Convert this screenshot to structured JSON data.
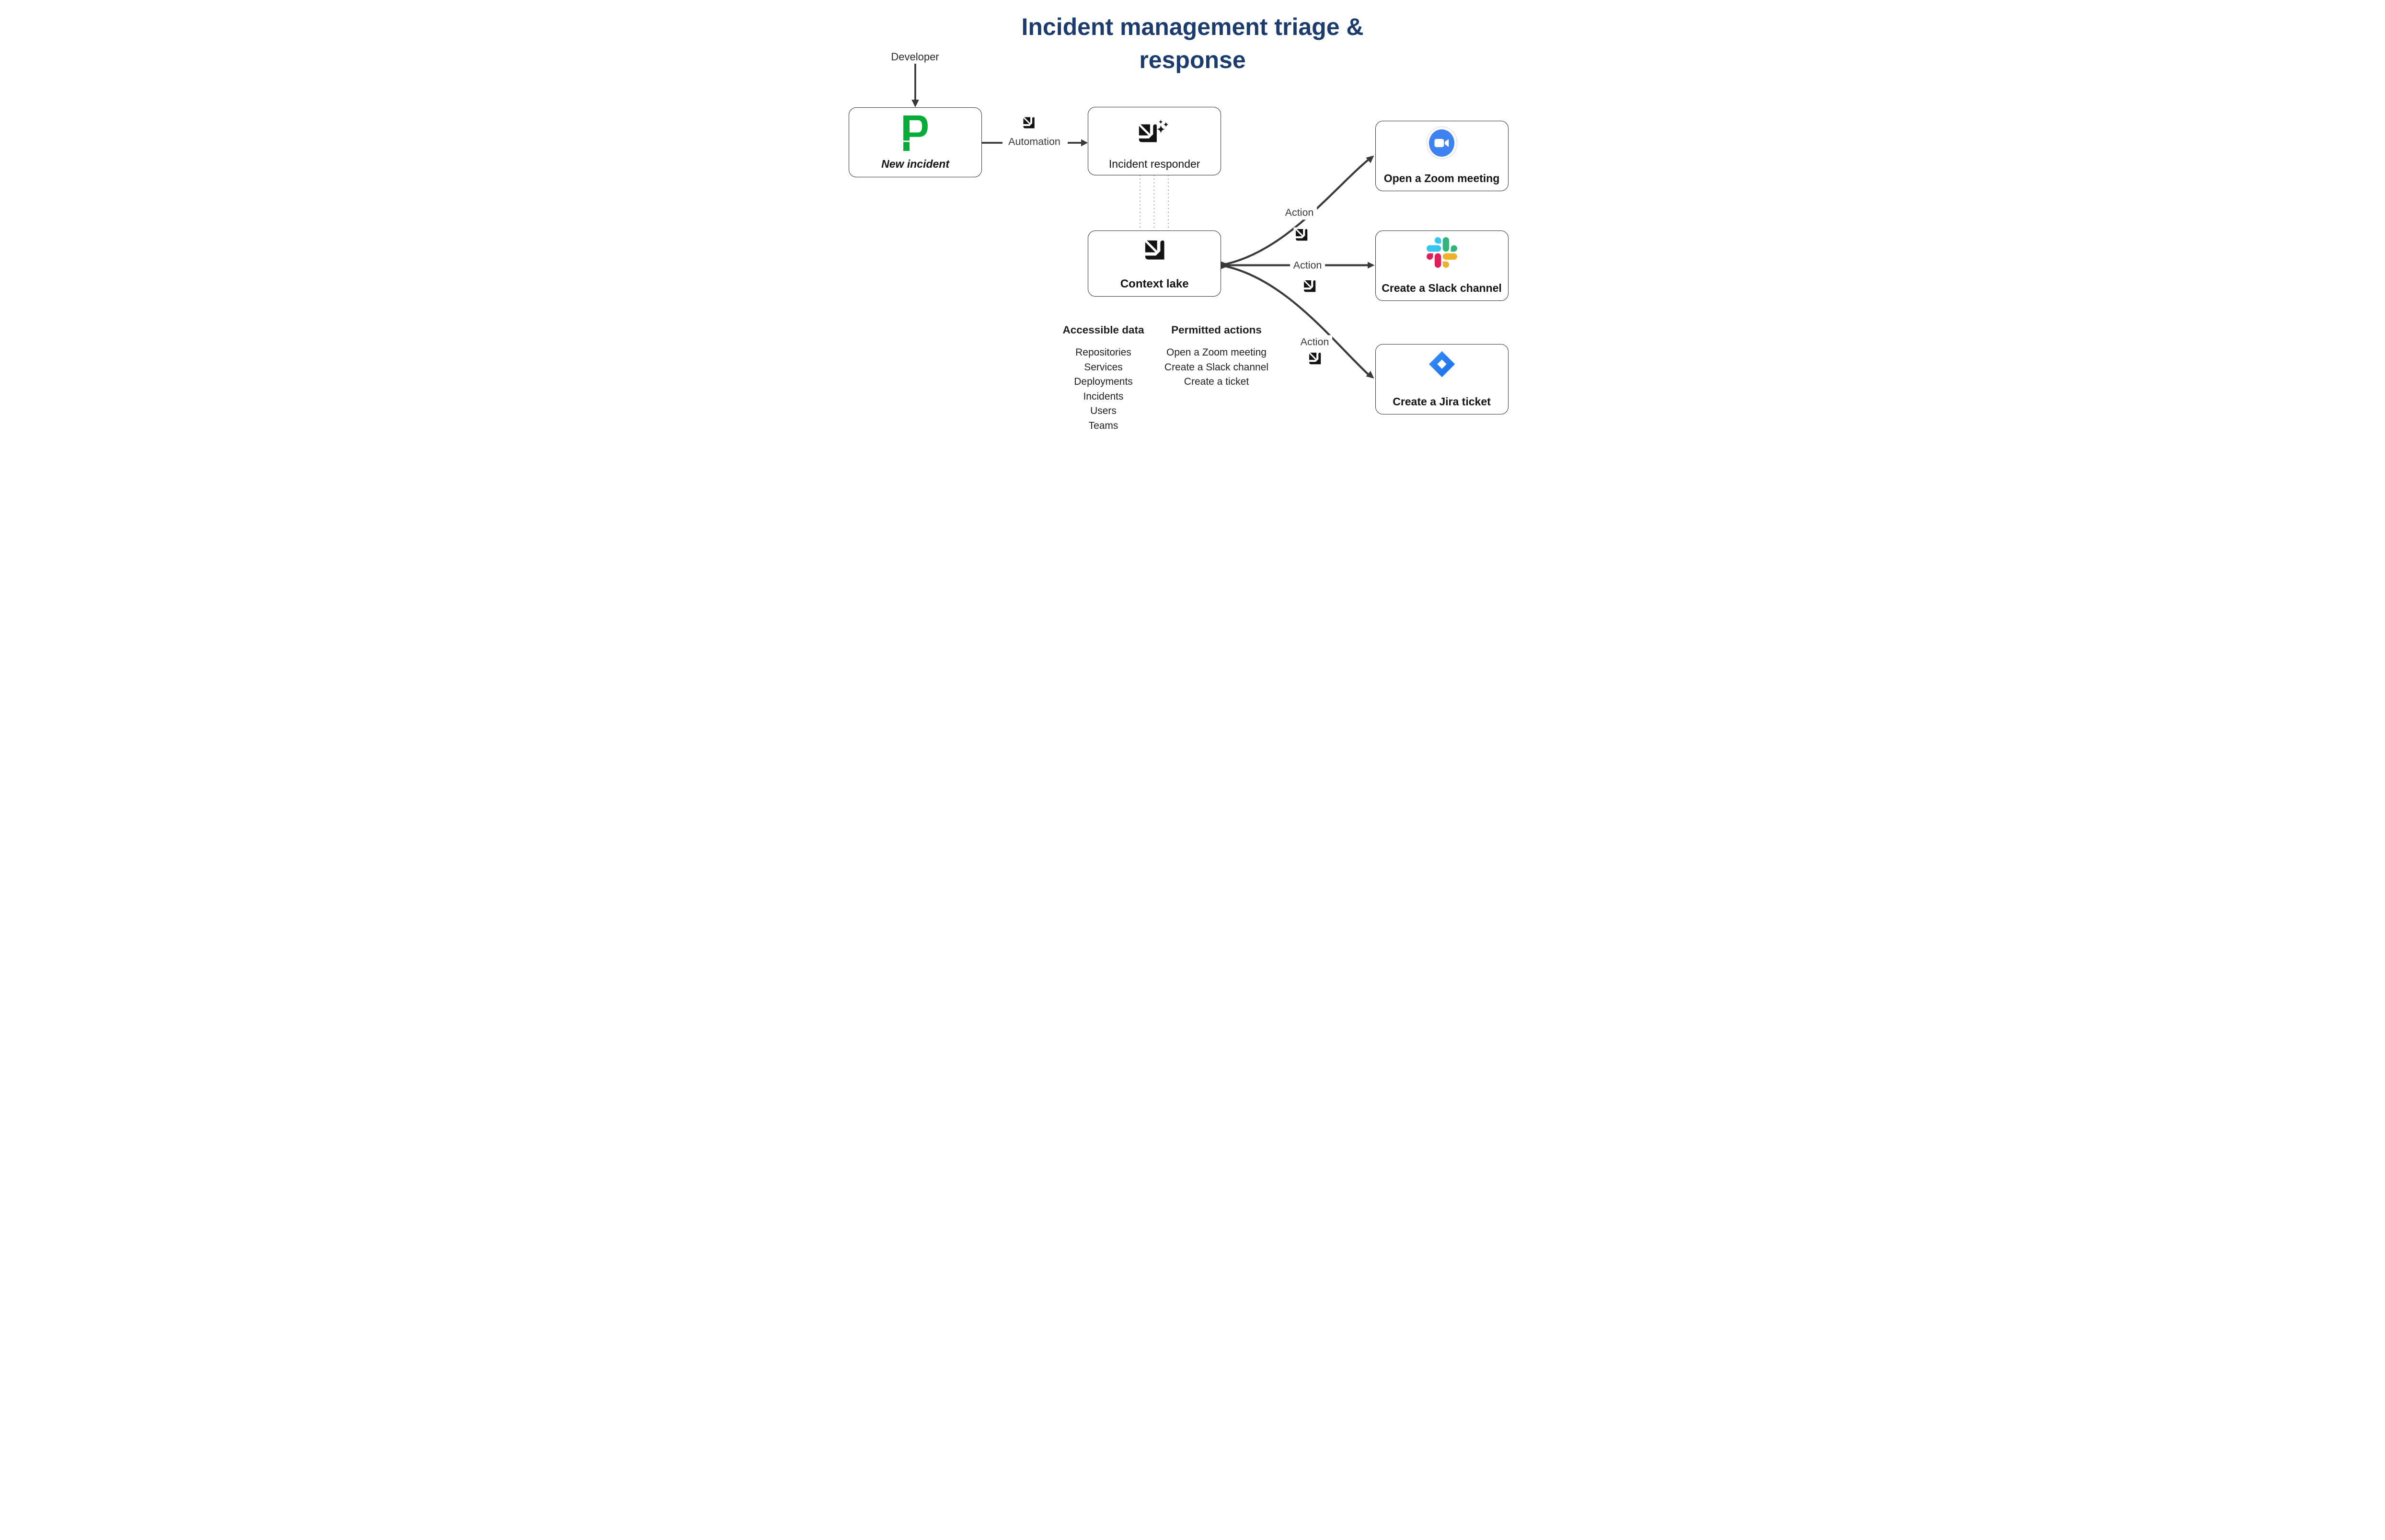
{
  "title": "Incident management triage & response",
  "nodes": {
    "new_incident": {
      "label": "New incident",
      "icon": "pagerduty-p-icon"
    },
    "incident_responder": {
      "label": "Incident responder",
      "icon": "amp-sparkles-icon"
    },
    "context_lake": {
      "label": "Context lake",
      "icon": "amp-icon"
    },
    "zoom": {
      "label": "Open a Zoom meeting",
      "icon": "zoom-camera-icon"
    },
    "slack": {
      "label": "Create a Slack channel",
      "icon": "slack-icon"
    },
    "jira": {
      "label": "Create a Jira ticket",
      "icon": "jira-icon"
    }
  },
  "edges": {
    "developer": {
      "label": "Developer"
    },
    "automation": {
      "label": "Automation",
      "icon": "amp-icon"
    },
    "action_top": {
      "label": "Action",
      "icon": "amp-icon"
    },
    "action_mid": {
      "label": "Action",
      "icon": "amp-icon"
    },
    "action_bottom": {
      "label": "Action",
      "icon": "amp-icon"
    }
  },
  "accessible_data": {
    "header": "Accessible data",
    "items": [
      "Repositories",
      "Services",
      "Deployments",
      "Incidents",
      "Users",
      "Teams"
    ]
  },
  "permitted_actions": {
    "header": "Permitted actions",
    "items": [
      "Open a Zoom meeting",
      "Create a Slack channel",
      "Create a ticket"
    ]
  },
  "colors": {
    "title_navy": "#1c3c6e",
    "pagerduty_green": "#06ac38",
    "zoom_blue": "#3f82f2",
    "slack_blue": "#36C5F0",
    "slack_green": "#2EB67D",
    "slack_red": "#E01E5A",
    "slack_yellow": "#ECB22E",
    "jira_blue_light": "#3a93fa",
    "jira_blue_dark": "#1a6ae5",
    "icon_black": "#131313",
    "arrow_gray": "#3a3a3a"
  }
}
